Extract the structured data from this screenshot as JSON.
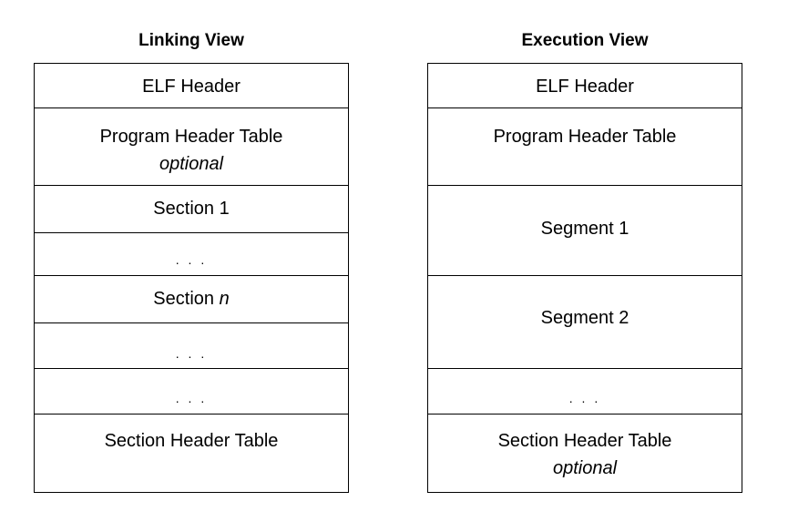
{
  "linking_view": {
    "title": "Linking View",
    "rows": [
      {
        "label": "ELF Header"
      },
      {
        "label": "Program Header Table",
        "note": "optional"
      },
      {
        "label": "Section 1"
      },
      {
        "label": ". . ."
      },
      {
        "label": "Section ",
        "label_italic": "n"
      },
      {
        "label": ". . ."
      },
      {
        "label": ". . ."
      },
      {
        "label": "Section Header Table"
      }
    ]
  },
  "execution_view": {
    "title": "Execution View",
    "rows": [
      {
        "label": "ELF Header"
      },
      {
        "label": "Program Header Table"
      },
      {
        "label": "Segment 1"
      },
      {
        "label": "Segment 2"
      },
      {
        "label": ". . ."
      },
      {
        "label": "Section Header Table",
        "note": "optional"
      }
    ]
  }
}
